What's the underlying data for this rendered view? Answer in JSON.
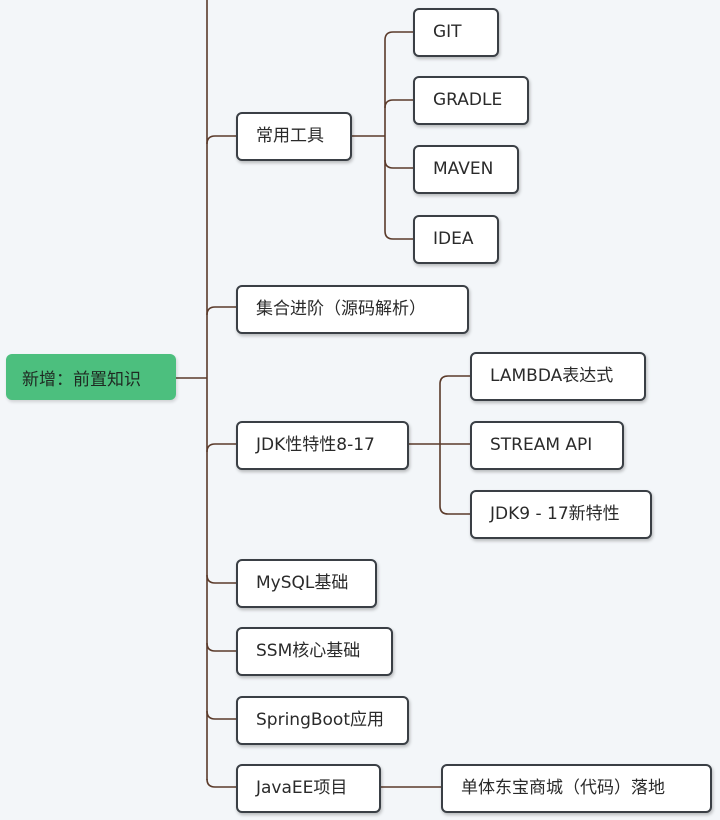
{
  "mindmap": {
    "root": "新增：前置知识",
    "branches": {
      "tools": {
        "label": "常用工具",
        "children": [
          "GIT",
          "GRADLE",
          "MAVEN",
          "IDEA"
        ]
      },
      "collections": {
        "label": "集合进阶（源码解析）"
      },
      "jdk": {
        "label": "JDK性特性8-17",
        "children": [
          "LAMBDA表达式",
          "STREAM API",
          "JDK9 - 17新特性"
        ]
      },
      "mysql": {
        "label": "MySQL基础"
      },
      "ssm": {
        "label": "SSM核心基础"
      },
      "springboot": {
        "label": "SpringBoot应用"
      },
      "javaee": {
        "label": "JavaEE项目",
        "children": [
          "单体东宝商城（代码）落地"
        ]
      }
    }
  },
  "colors": {
    "root_fill": "#4cbf7e",
    "line": "#5a3a2a",
    "node_border": "#3a3f45",
    "background": "#f3f6f9"
  }
}
